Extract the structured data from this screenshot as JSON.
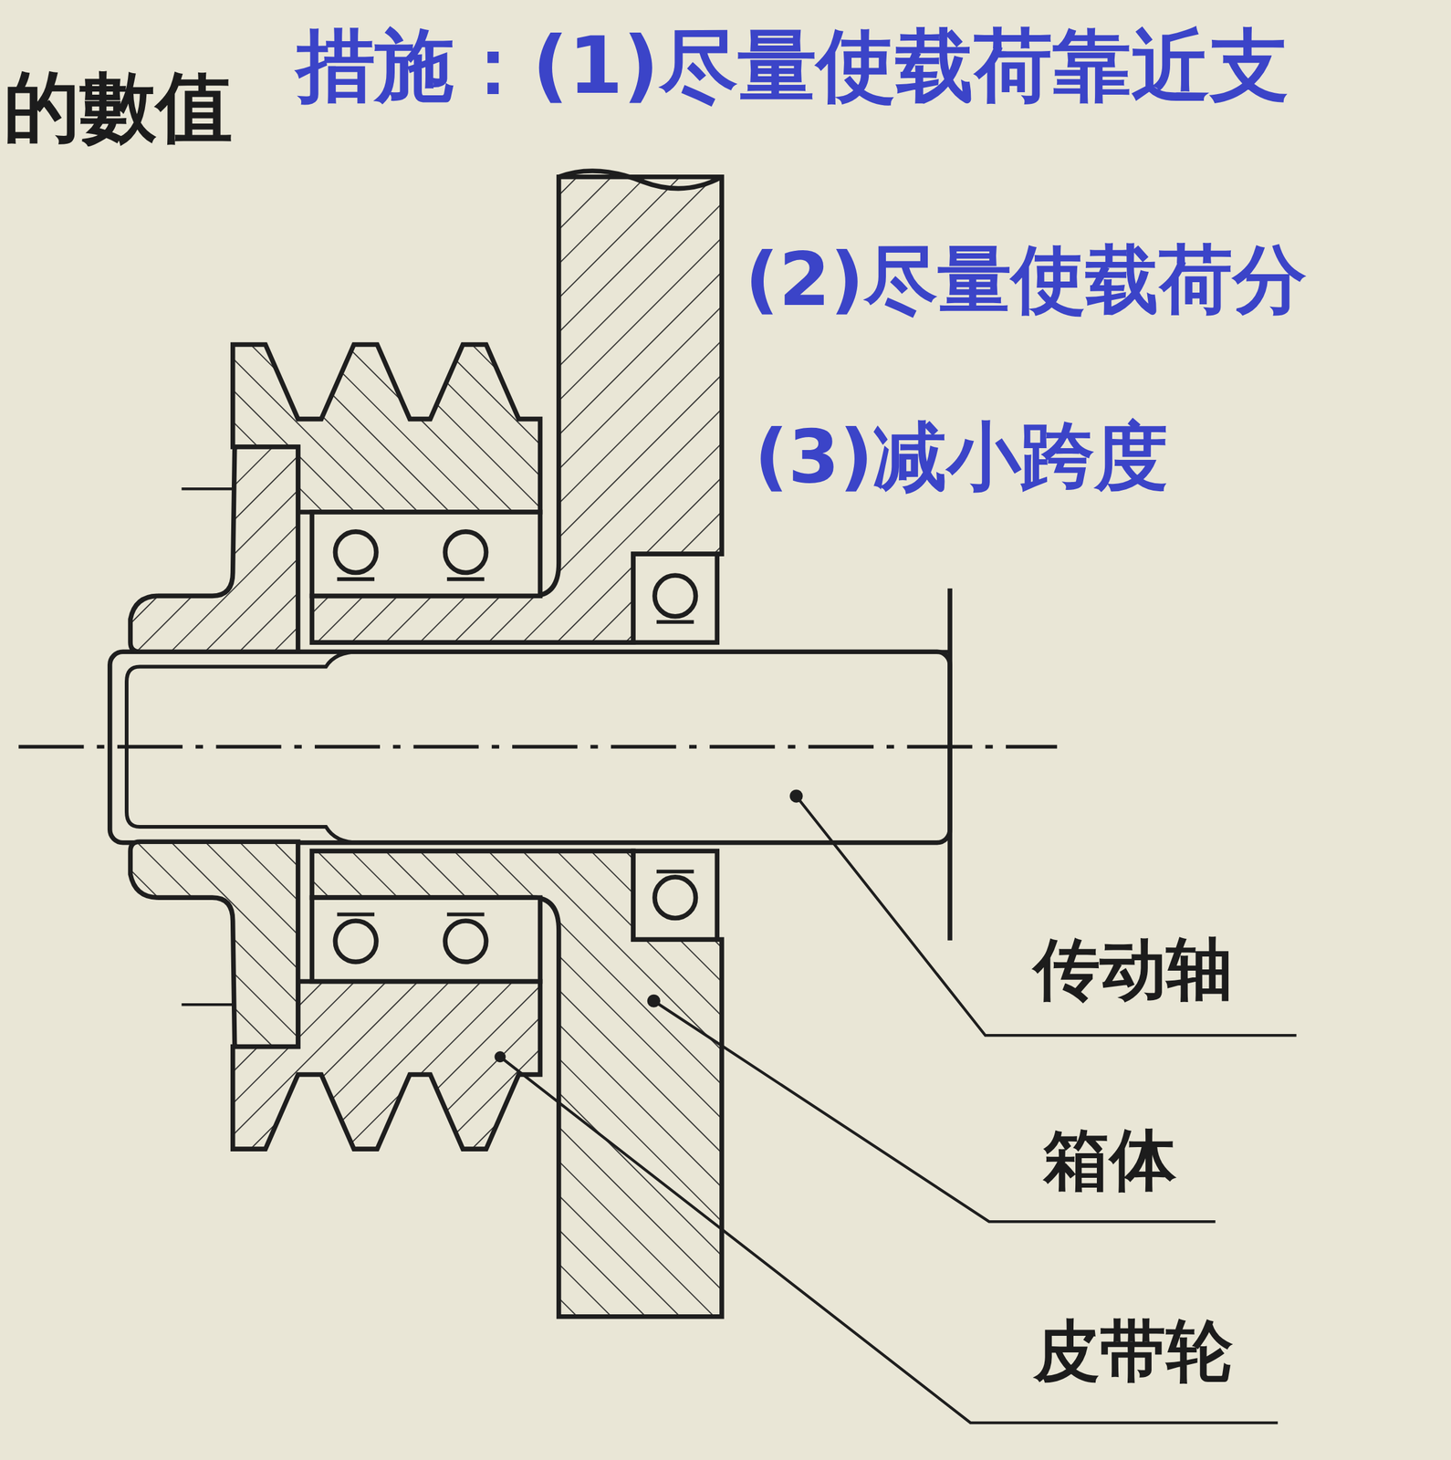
{
  "diagram": {
    "labels": [
      "的數值",
      "措施：(1)尽量使载荷靠近支",
      "(2)尽量使载荷分",
      "(3)减小跨度",
      "传动轴",
      "箱体",
      "皮带轮"
    ]
  }
}
